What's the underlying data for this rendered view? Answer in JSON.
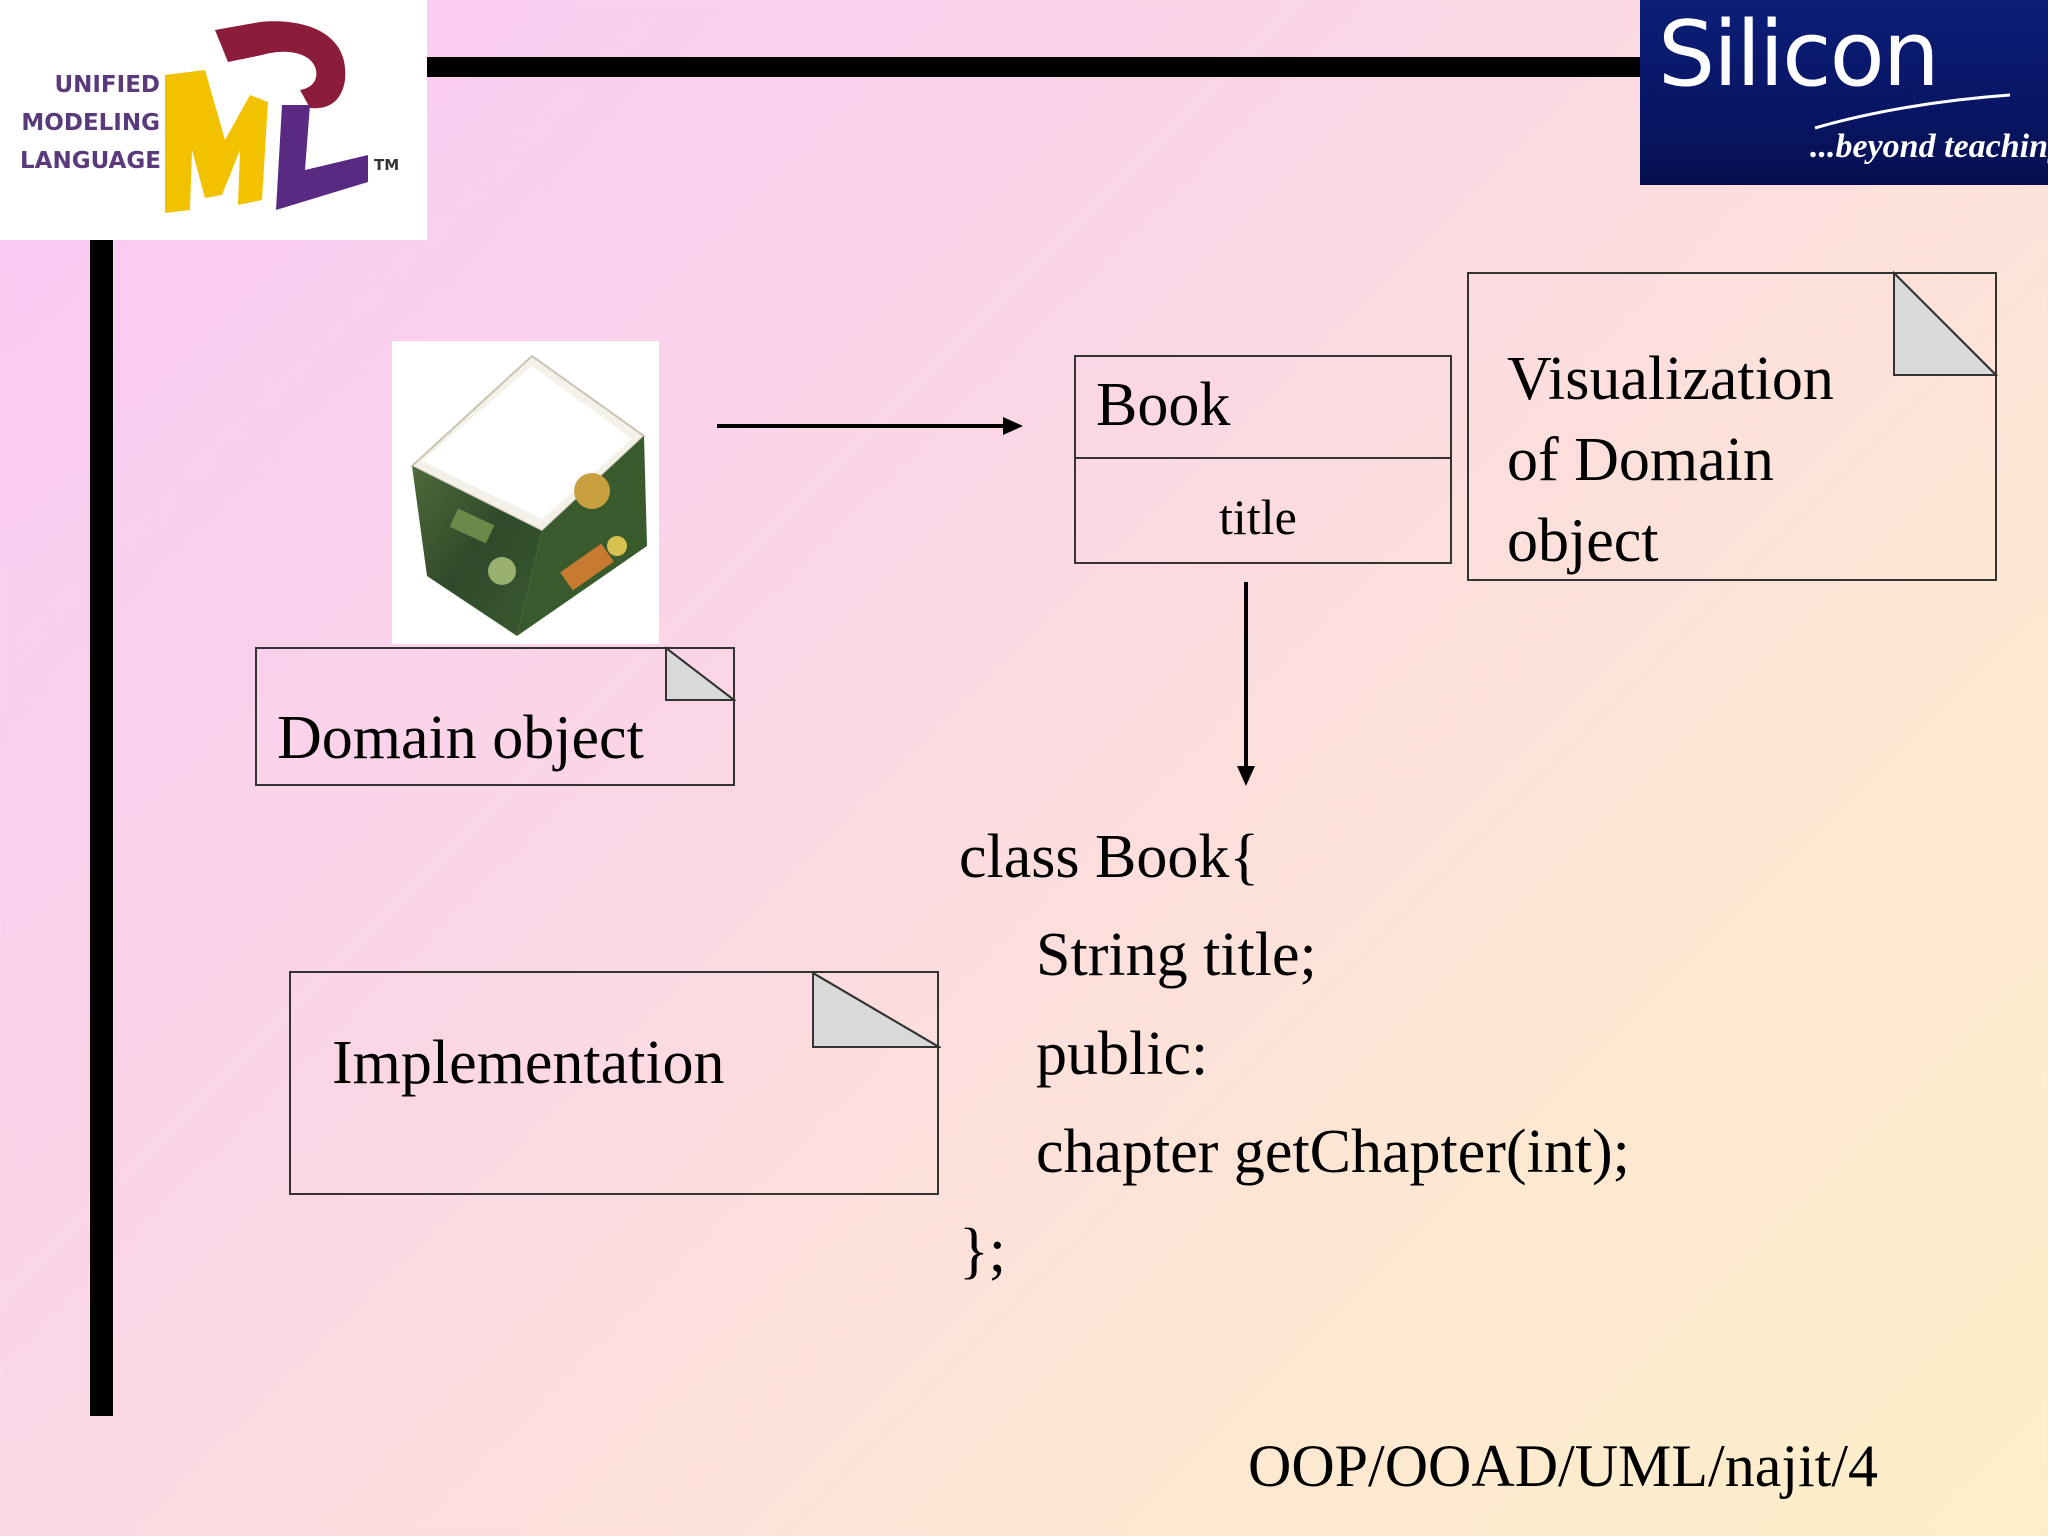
{
  "logos": {
    "uml": {
      "line1": "UNIFIED",
      "line2": "MODELING",
      "line3": "LANGUAGE",
      "letters": "UML",
      "trademark": "TM",
      "colors": {
        "u": "#8b1c3c",
        "m": "#f2c200",
        "l": "#5a2a82"
      }
    },
    "silicon": {
      "name": "Silicon",
      "tagline": "...beyond teaching",
      "background": "#0a1a70"
    }
  },
  "diagram": {
    "domain_note": "Domain object",
    "class_box": {
      "name": "Book",
      "attribute": "title"
    },
    "visualization_note": {
      "line1": "Visualization",
      "line2": "of Domain",
      "line3": "object"
    },
    "implementation_note": "Implementation",
    "code": {
      "line1": "class Book{",
      "line2": "String title;",
      "line3": "public:",
      "line4": "chapter getChapter(int);",
      "line5": "};"
    },
    "note_fold_color": "#d9d9d9"
  },
  "footer": "OOP/OOAD/UML/najit/4"
}
